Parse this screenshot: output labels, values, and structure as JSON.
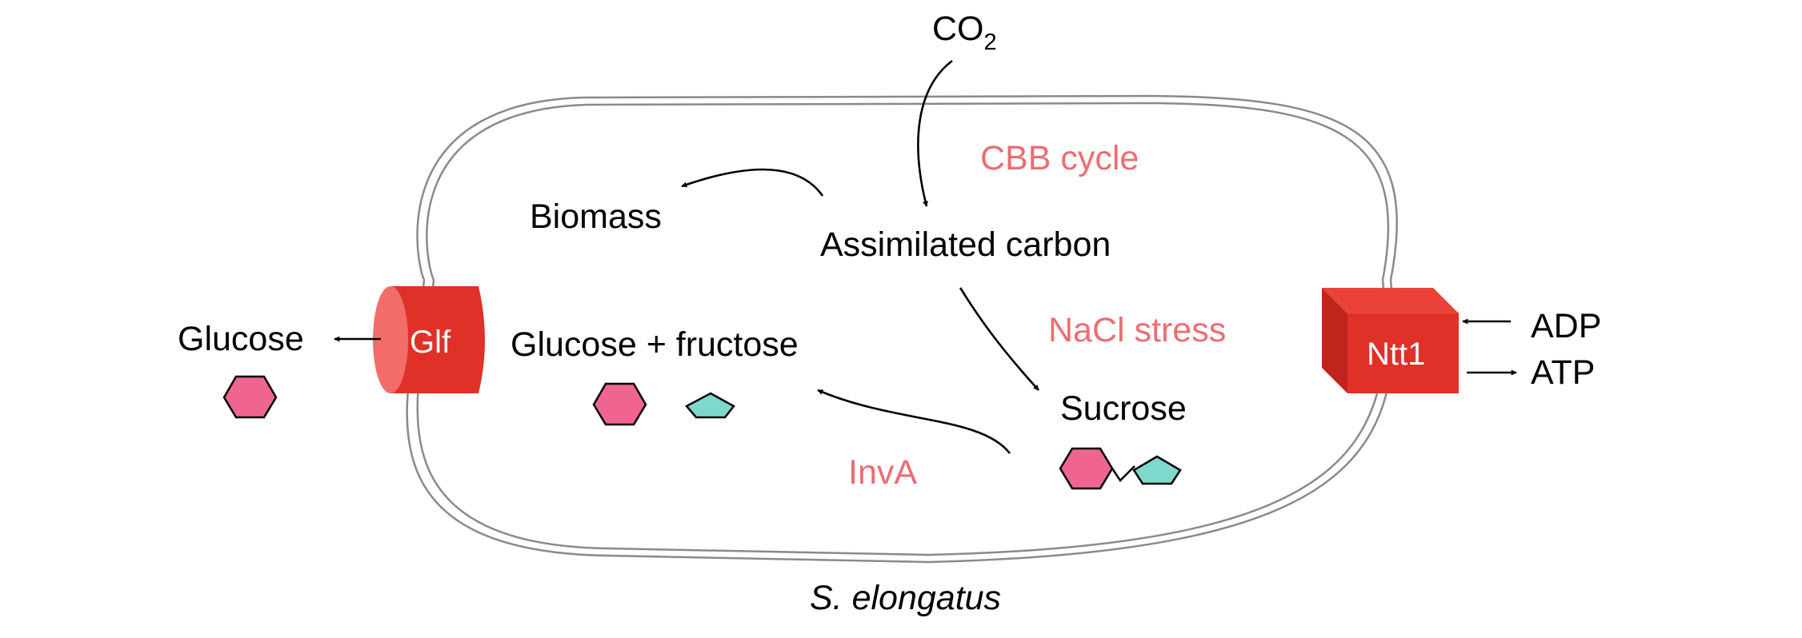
{
  "colors": {
    "annotation": "#ea6e73",
    "transporter": "#df3127",
    "transporter_side": "#f26d6a",
    "transporter_dark": "#c0241c",
    "transporter_top": "#ea4238",
    "glucose_hexagon": "#ef6590",
    "fructose_pentagon": "#7fd8cc",
    "membrane": "#8a8a8a"
  },
  "inputs": {
    "co2": {
      "base": "CO",
      "subscript": "2"
    }
  },
  "pathway": {
    "cbb_cycle": "CBB cycle",
    "assimilated_carbon": "Assimilated carbon",
    "biomass": "Biomass",
    "nacl_stress": "NaCl stress",
    "sucrose": "Sucrose",
    "inva": "InvA",
    "glucose_fructose": "Glucose + fructose"
  },
  "transporters": {
    "glf": "Glf",
    "ntt1": "Ntt1"
  },
  "external": {
    "glucose": "Glucose",
    "adp": "ADP",
    "atp": "ATP"
  },
  "organism": "S. elongatus"
}
